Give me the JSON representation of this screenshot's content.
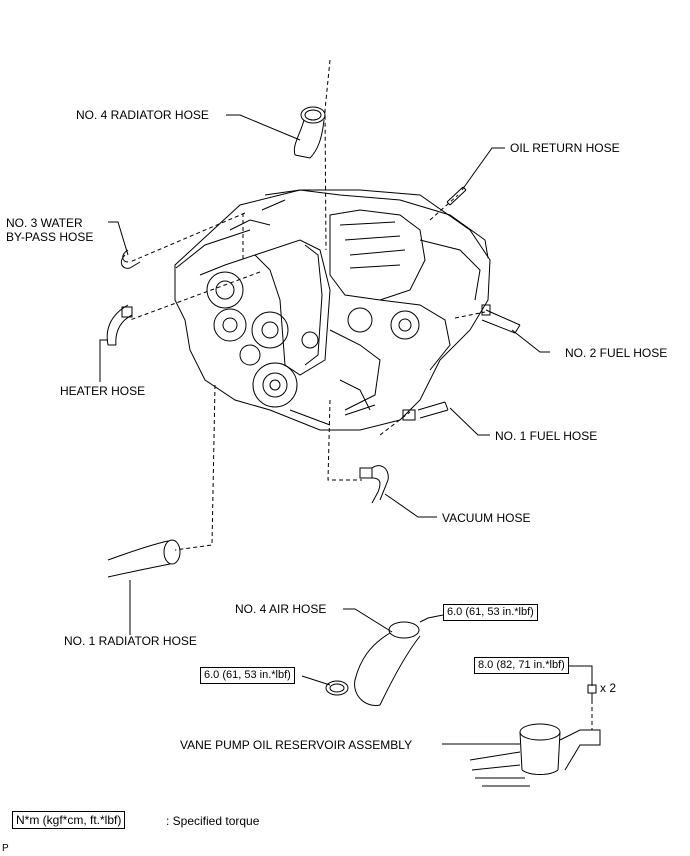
{
  "labels": {
    "radiator_hose_4": "NO. 4 RADIATOR HOSE",
    "oil_return_hose": "OIL RETURN HOSE",
    "water_bypass_line1": "NO. 3 WATER",
    "water_bypass_line2": "BY-PASS HOSE",
    "fuel_hose_2": "NO. 2 FUEL HOSE",
    "heater_hose": "HEATER HOSE",
    "fuel_hose_1": "NO. 1 FUEL HOSE",
    "vacuum_hose": "VACUUM HOSE",
    "radiator_hose_1": "NO. 1 RADIATOR HOSE",
    "air_hose_4": "NO. 4 AIR HOSE",
    "vane_pump": "VANE PUMP OIL RESERVOIR ASSEMBLY",
    "quantity": "x 2"
  },
  "torques": {
    "air_hose_upper": "6.0 (61, 53 in.*lbf)",
    "air_hose_lower": "6.0 (61, 53 in.*lbf)",
    "bolt": "8.0 (82, 71 in.*lbf)"
  },
  "legend": {
    "box": "N*m (kgf*cm, ft.*lbf)",
    "text": ": Specified torque"
  },
  "corner_mark": "P"
}
